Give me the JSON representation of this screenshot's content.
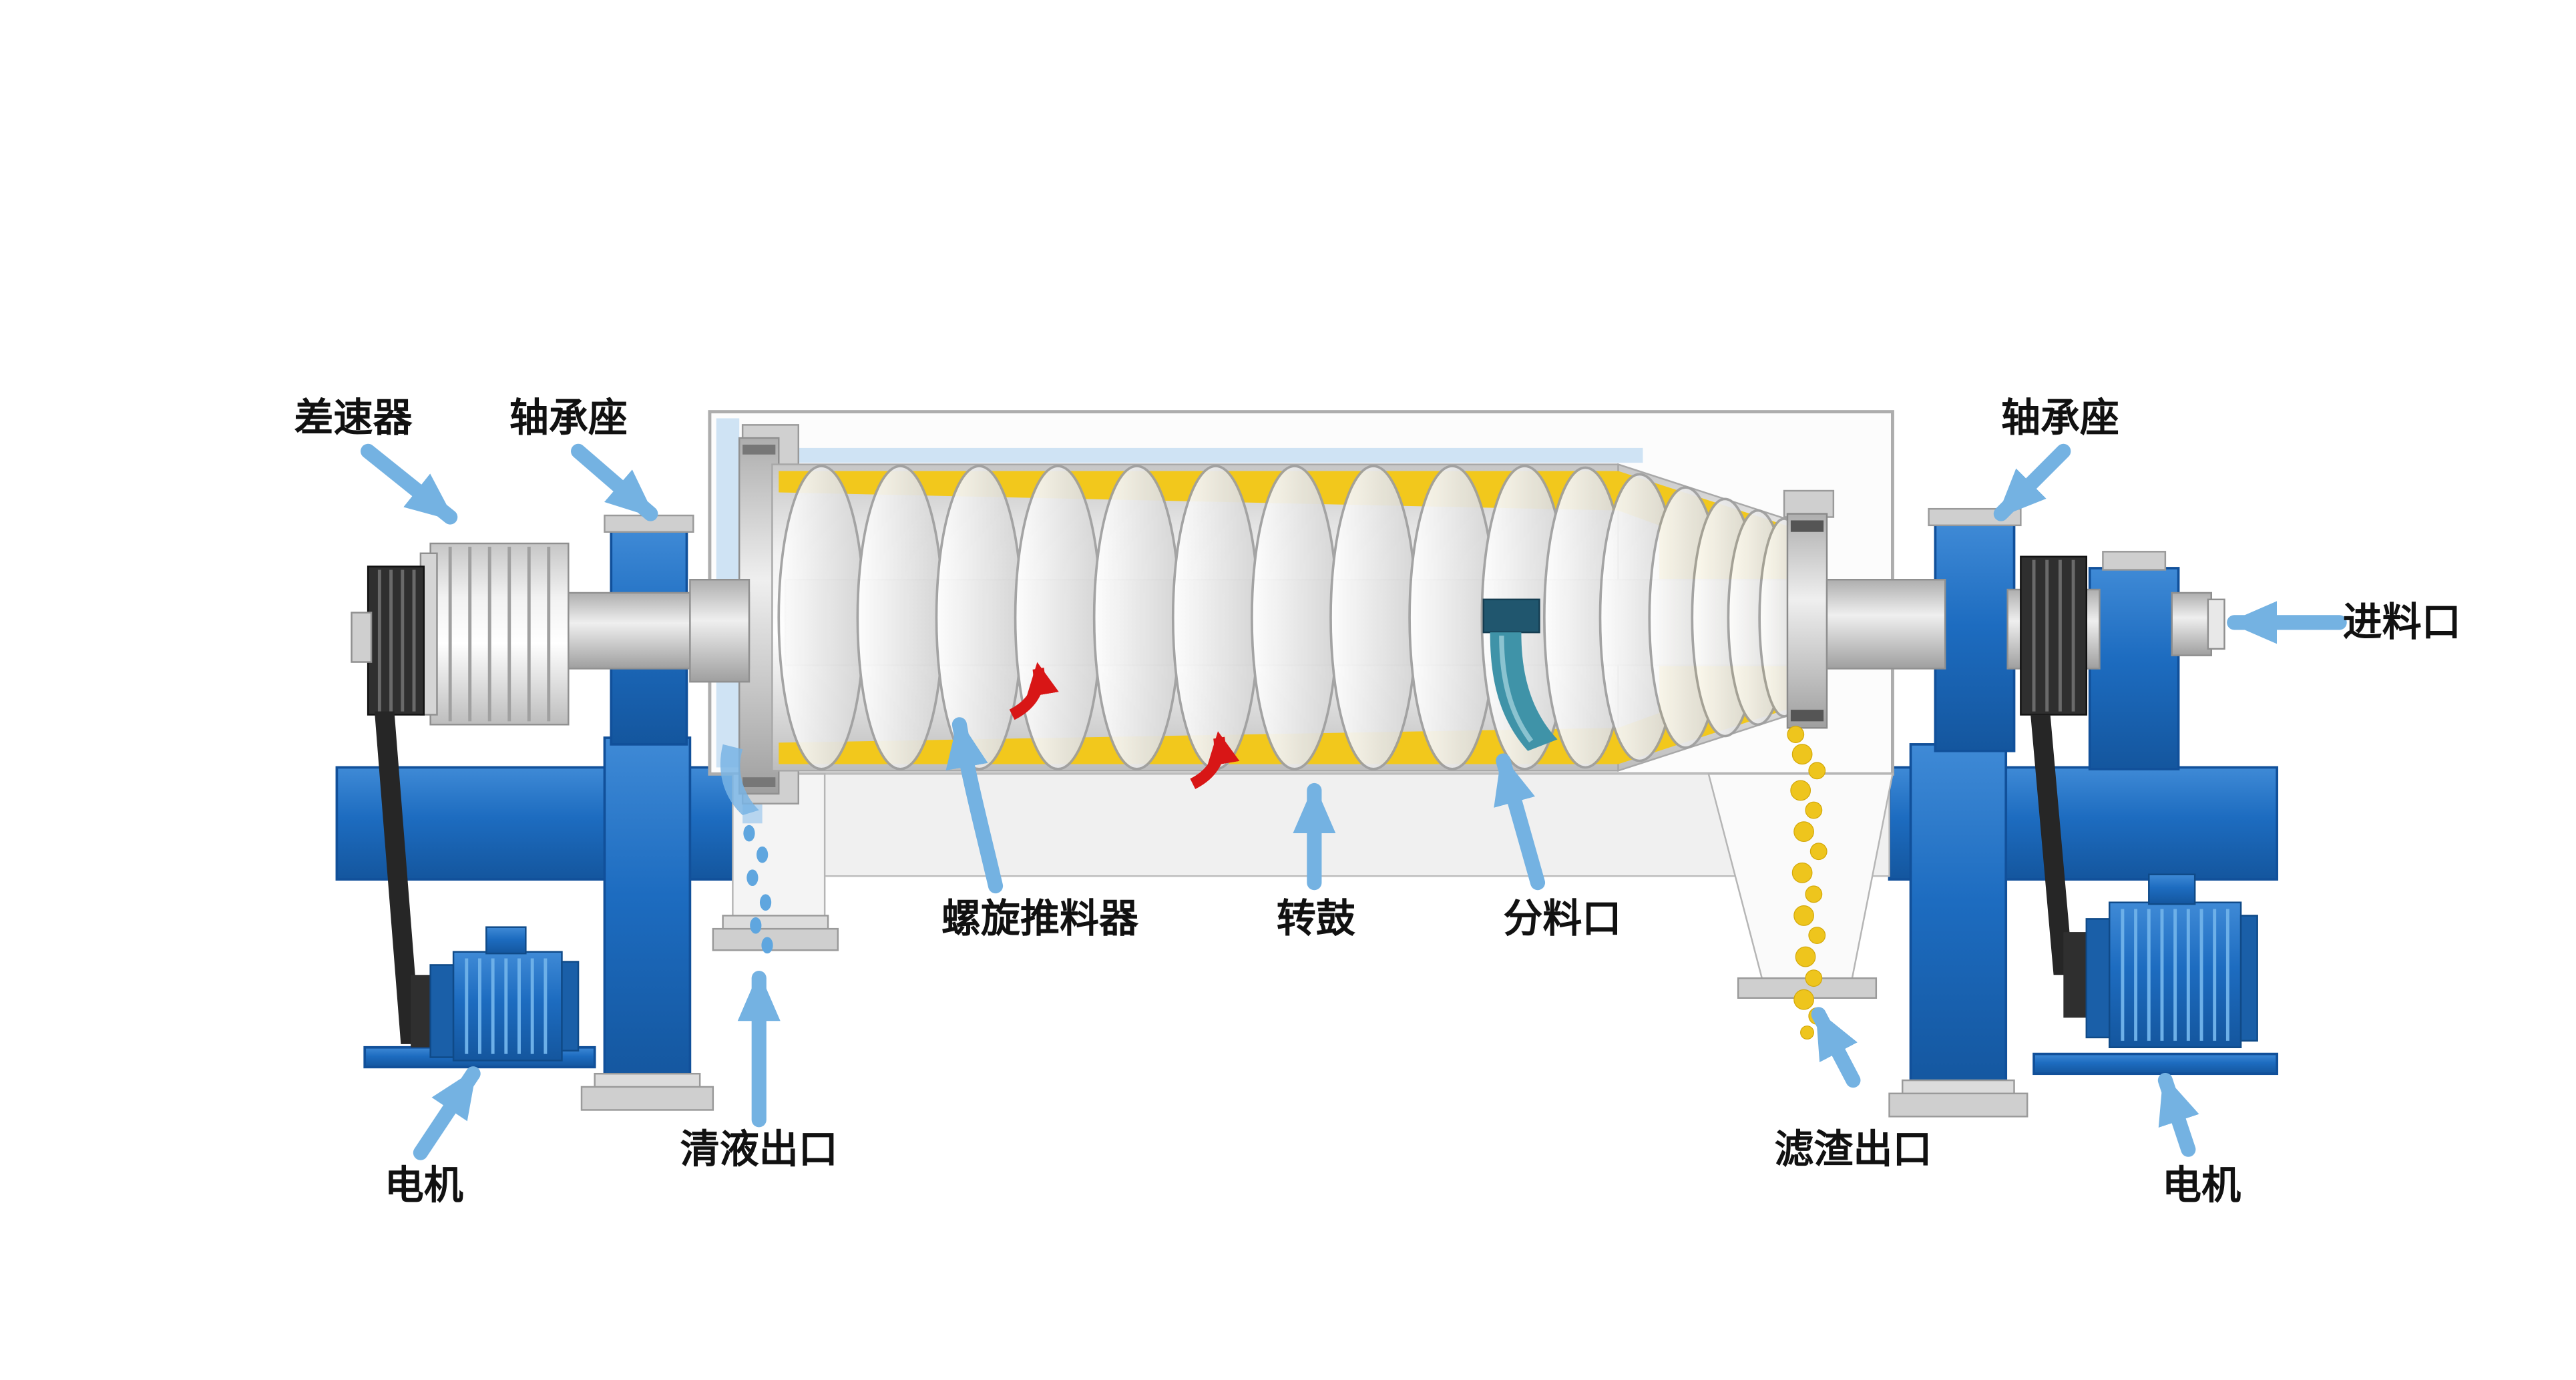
{
  "diagram": {
    "type": "decanter-centrifuge-schematic",
    "background": "#ffffff",
    "labels": {
      "differential": "差速器",
      "bearing_left": "轴承座",
      "bearing_right": "轴承座",
      "feed_inlet": "进料口",
      "screw_conveyor": "螺旋推料器",
      "drum": "转鼓",
      "distribution_port": "分料口",
      "clear_liquid_outlet": "清液出口",
      "residue_outlet": "滤渣出口",
      "motor_left": "电机",
      "motor_right": "电机"
    },
    "colors": {
      "frame_blue": "#1d6cc0",
      "label_arrow_blue": "#74b2e2",
      "solids_yellow": "#eec51d",
      "process_red": "#d81616",
      "liquid_teal": "#3f93a8",
      "liquid_blue": "#5fa6df",
      "metal_gray": "#d9d9d9",
      "text_black": "#111111"
    }
  }
}
